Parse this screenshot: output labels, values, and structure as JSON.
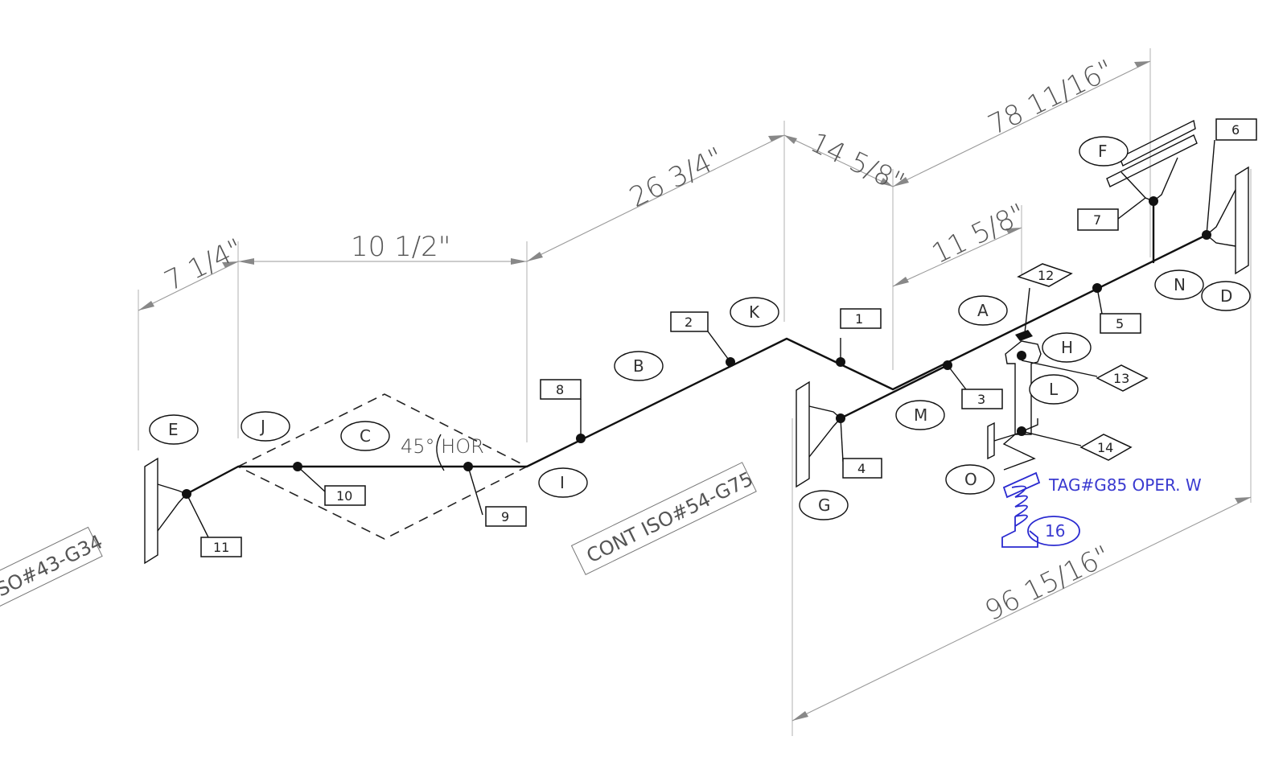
{
  "dimensions": [
    {
      "id": "dim-7-1-4",
      "text": "7 1/4\""
    },
    {
      "id": "dim-10-1-2",
      "text": "10 1/2\""
    },
    {
      "id": "dim-26-3-4",
      "text": "26 3/4\""
    },
    {
      "id": "dim-14-5-8",
      "text": "14 5/8\""
    },
    {
      "id": "dim-78-11-16",
      "text": "78 11/16\""
    },
    {
      "id": "dim-11-5-8",
      "text": "11 5/8\""
    },
    {
      "id": "dim-96-15-16",
      "text": "96 15/16\""
    }
  ],
  "segment_labels": [
    "A",
    "B",
    "C",
    "D",
    "E",
    "F",
    "G",
    "H",
    "I",
    "J",
    "K",
    "L",
    "M",
    "N",
    "O"
  ],
  "item_tags": [
    "1",
    "2",
    "3",
    "4",
    "5",
    "6",
    "7",
    "8",
    "9",
    "10",
    "11",
    "12",
    "13",
    "14",
    "16"
  ],
  "angle_note": "45° HOR",
  "continuations": [
    "CONT ISO#54-G75",
    "SO#43-G34"
  ],
  "blue_tag": {
    "text": "TAG#G85 OPER. W",
    "number": "16",
    "color": "#2a2ad0"
  }
}
